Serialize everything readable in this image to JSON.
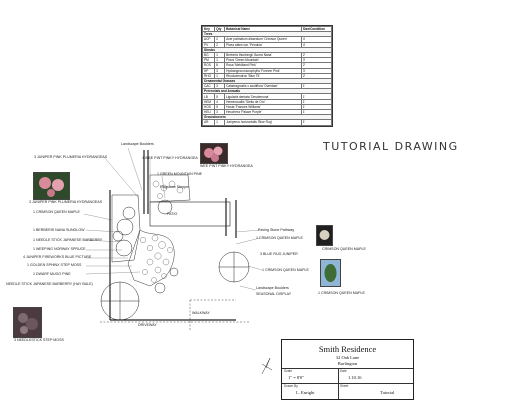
{
  "schedule": {
    "headers": [
      "Key",
      "Qty",
      "Botanical Name",
      "Size/Condition"
    ],
    "sections": [
      {
        "title": "Trees",
        "rows": [
          [
            "ACP",
            "2",
            "Acer palmatum dissectum 'Crimson Queen'",
            "4'"
          ],
          [
            "PV",
            "2",
            "Picea abies var. 'Pendula'",
            "4'"
          ]
        ]
      },
      {
        "title": "Shrubs",
        "rows": [
          [
            "BG",
            "1",
            "Berberis thunbergii 'Aurea Nana'",
            "2'"
          ],
          [
            "PM",
            "1",
            "Pinus 'Green Mountain'",
            "3'"
          ],
          [
            "ROS",
            "8",
            "Rosa 'Meidiland Pink'",
            "2'"
          ],
          [
            "HP",
            "3",
            "Hydrangea macrophylla 'Forever Pink'",
            "3'"
          ],
          [
            "RHO",
            "1",
            "Rhododendron 'Blue Tit'",
            "2'"
          ]
        ]
      },
      {
        "title": "Ornamental Grasses",
        "rows": [
          [
            "CAC",
            "3",
            "Calamagrostis x acutiflora 'Overdam'",
            "1'"
          ]
        ]
      },
      {
        "title": "Perennials and Annuals",
        "rows": [
          [
            "LB",
            "5",
            "Ligularia dentata 'Desdemona'",
            "1'"
          ],
          [
            "HEM",
            "4",
            "Hemerocallis 'Stella de Oro'",
            "1'"
          ],
          [
            "HOS",
            "5",
            "Hosta 'Frances Williams'",
            "1'"
          ],
          [
            "HEU",
            "3",
            "Heuchera 'Palace Purple'",
            "1'"
          ]
        ]
      },
      {
        "title": "Groundcovers",
        "rows": [
          [
            "AR",
            "1",
            "Juniperus horizontalis 'Blue Rug'",
            "1'"
          ]
        ]
      }
    ]
  },
  "drawing_title": "TUTORIAL DRAWING",
  "labels": {
    "top1": "3 JUNIPER PINK PLUMERIA HYDRANGEAS",
    "top2": "Landscape Boulders",
    "top3": "1 WEE PINT PINKY HYDRANGEA",
    "top4": "1 GREEN MOUNTAIN PINE",
    "top5": "Flagstone Stepper",
    "photo1": "3 JUNIPER PINK PLUMERIA HYDRANGEAS",
    "photo2": "WEE PINT PINKY HYDRANGEA",
    "left1": "1 CRIMSON QUEEN MAPLE",
    "left2": "1 BERBERIS NANA SUNGLOW",
    "left3": "1 NEEDLE STICK JAPANESE BARBERRY",
    "left4": "1 WEEPING NORWAY SPRUCE",
    "left5": "4 JUNIPER FIREWORKS BLUE PICTURE",
    "left6": "1 GOLDEN SPHINX STEP MOSS",
    "left7": "1 DWARF MUGO PINE",
    "left8": "NEEDLE STICK JAPANESE BARBERRY (HAY BALE)",
    "left_photo": "3 NEEDLESTICK STEP MOSS",
    "center_small": "PATIO",
    "center_right1": "Paving Stone Pathway",
    "center_right2": "1 CRIMSON QUEEN MAPLE",
    "center_right3": "3 BLUE RUG JUNIPER",
    "center_right4": "1 CRIMSON QUEEN MAPLE",
    "bottom1": "Landscape Boulders",
    "bottom2": "SEASONAL DISPLAY",
    "bottom3": "DRIVEWAY",
    "bottom4": "WALKWAY",
    "photo3": "CRIMSON QUEEN MAPLE",
    "photo4": "1 CRIMSON QUEEN MAPLE"
  },
  "title_block": {
    "name": "Smith Residence",
    "address": "32 Oak Lane",
    "city": "Burlington",
    "scale_label": "Scale",
    "scale": "1\" = 8'0\"",
    "date_label": "Date",
    "date": "1.10.16",
    "drawn_label": "Drawn By",
    "drawn": "L. Enright",
    "sheet_label": "Sheet",
    "sheet": "Tutorial"
  },
  "colors": {
    "ink": "#222222",
    "photo_pink": "#d98a9a",
    "photo_green": "#3f6b35"
  }
}
